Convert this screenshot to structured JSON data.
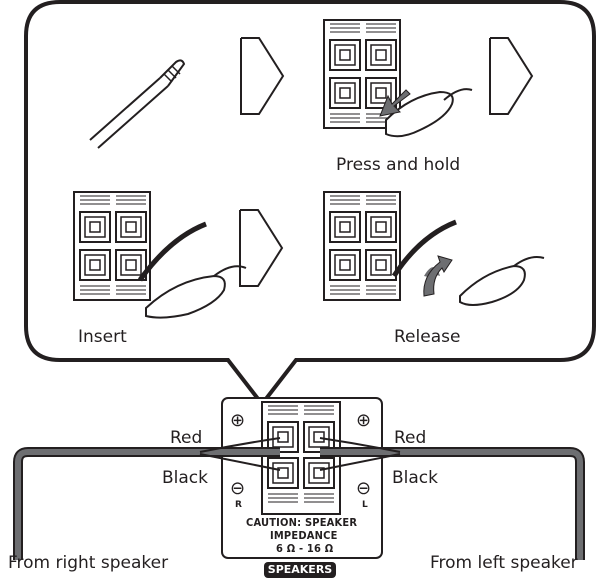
{
  "steps": {
    "press_and_hold": "Press and hold",
    "insert": "Insert",
    "release": "Release"
  },
  "wires": {
    "red_right": "Red",
    "black_right": "Black",
    "red_left": "Red",
    "black_left": "Black",
    "from_right": "From right speaker",
    "from_left": "From left speaker"
  },
  "panel": {
    "plus_symbol": "⊕",
    "minus_symbol": "⊖",
    "channel_r": "R",
    "channel_l": "L",
    "caution_line1": "CAUTION: SPEAKER",
    "caution_line2": "IMPEDANCE",
    "caution_line3": "6 Ω - 16 Ω",
    "badge": "SPEAKERS"
  },
  "colors": {
    "ink": "#231f20",
    "callout_fill": "#ffffff",
    "wire_fill": "#6d6e71",
    "arrow_fill": "#6d6e71"
  }
}
